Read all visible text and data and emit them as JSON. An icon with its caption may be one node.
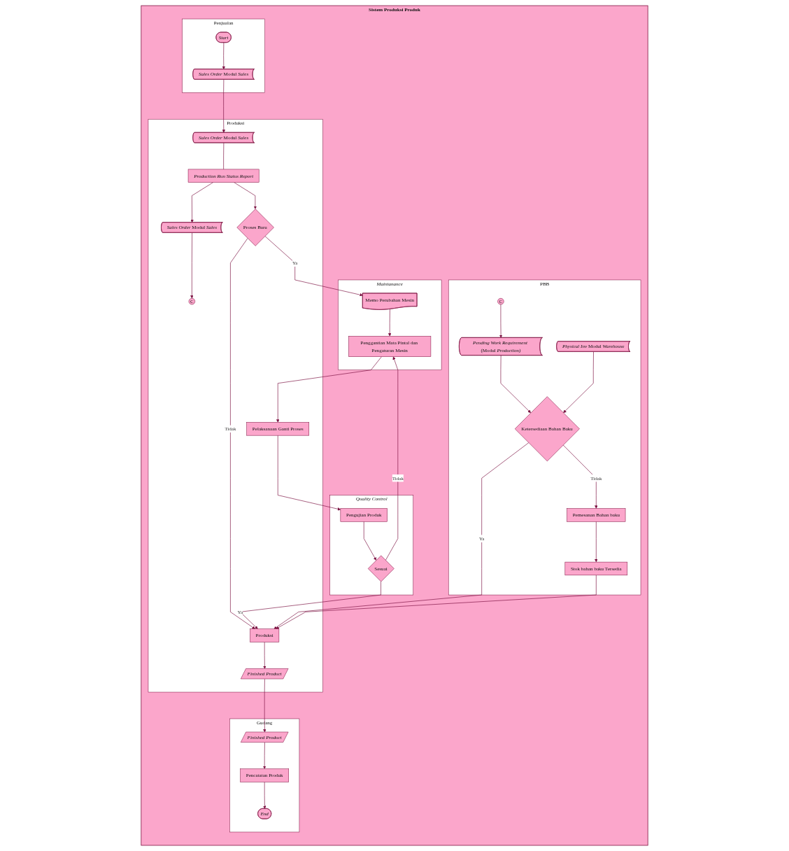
{
  "diagram": {
    "nodes": [
      {
        "text": [
          "Sistem Produksi Produk"
        ]
      },
      {
        "text": [
          "Penjualan"
        ],
        "in": 0
      },
      {
        "text": [
          "Produksi"
        ],
        "in": 0
      },
      {
        "text": [
          "Maintanance"
        ],
        "in": 0
      },
      {
        "text": [
          "Quality Control"
        ],
        "in": 0
      },
      {
        "text": [
          "PBB"
        ],
        "in": 0
      },
      {
        "text": [
          "Gudang"
        ],
        "in": 0
      },
      {
        "text": [
          "Start"
        ],
        "in": 1
      },
      {
        "text": [
          "*Sales Order* Modul *Sales*"
        ],
        "in": 1
      },
      {
        "text": [
          "*Sales Order* Modul *Sales*"
        ],
        "in": 2
      },
      {
        "text": [
          "Production Run Status Report"
        ],
        "in": 2
      },
      {
        "text": [
          "*Sales Order* Modul *Sales*"
        ],
        "in": 2
      },
      {
        "text": [
          "C"
        ],
        "in": 2
      },
      {
        "text": [
          "Proses Baru"
        ],
        "in": 2
      },
      {
        "text": [
          "Pelaksanaan Ganti Proses"
        ],
        "in": 2
      },
      {
        "text": [
          "Produksi"
        ],
        "in": 2
      },
      {
        "text": [
          "Finished Product"
        ],
        "in": 2
      },
      {
        "text": [
          "Memo Perubahan Mesin"
        ],
        "in": 3
      },
      {
        "text": [
          "Penggantian Mata Pintal dan Pengaturan Mesin"
        ],
        "in": 3
      },
      {
        "text": [
          "Pengujian Produk"
        ],
        "in": 4
      },
      {
        "text": [
          "Sesuai"
        ],
        "in": 4
      },
      {
        "text": [
          "C"
        ],
        "in": 5
      },
      {
        "text": [
          "*Pending Work Requirement* (Modul *Production)*"
        ],
        "in": 5
      },
      {
        "text": [
          "*Physical Inv* Modul *Warehouse*"
        ],
        "in": 5
      },
      {
        "text": [
          "Ketersediaan Bahan Baku"
        ],
        "in": 5
      },
      {
        "text": [
          "Pemesanan Bahan baku"
        ],
        "in": 5
      },
      {
        "text": [
          "Stok bahan baku Tersedia"
        ],
        "in": 5
      },
      {
        "text": [
          "Finished Product"
        ],
        "in": 6
      },
      {
        "text": [
          "Pencatatan Produk"
        ],
        "in": 6
      },
      {
        "text": [
          "End"
        ],
        "in": 6
      }
    ],
    "edges": [
      {
        "from": 7,
        "to": 8,
        "arrow": "to"
      },
      {
        "from": 8,
        "to": 9,
        "arrow": "to"
      },
      {
        "from": 9,
        "to": 10,
        "arrow": "none"
      },
      {
        "from": 10,
        "to": 11,
        "arrow": "to"
      },
      {
        "from": 10,
        "to": 13,
        "arrow": "to"
      },
      {
        "from": 11,
        "to": 12,
        "arrow": "to"
      },
      {
        "from": 13,
        "to": 17,
        "label": "Ya",
        "arrow": "to"
      },
      {
        "from": 13,
        "to": 15,
        "label": "Tidak",
        "arrow": "to"
      },
      {
        "from": 17,
        "to": 18,
        "arrow": "to"
      },
      {
        "from": 18,
        "to": 14,
        "arrow": "to"
      },
      {
        "from": 14,
        "to": 19,
        "arrow": "to"
      },
      {
        "from": 19,
        "to": 20,
        "arrow": "to"
      },
      {
        "from": 20,
        "to": 18,
        "label": "Tidak",
        "arrow": "to"
      },
      {
        "from": 20,
        "to": 15,
        "label": "Ya",
        "arrow": "to"
      },
      {
        "from": 21,
        "to": 22,
        "arrow": "to"
      },
      {
        "from": 22,
        "to": 24,
        "arrow": "to"
      },
      {
        "from": 23,
        "to": 24,
        "arrow": "to"
      },
      {
        "from": 24,
        "to": 25,
        "label": "Tidak",
        "arrow": "to"
      },
      {
        "from": 24,
        "to": 15,
        "label": "Ya",
        "arrow": "to"
      },
      {
        "from": 25,
        "to": 26,
        "arrow": "to"
      },
      {
        "from": 26,
        "to": 15,
        "arrow": "to"
      },
      {
        "from": 15,
        "to": 16,
        "arrow": "to"
      },
      {
        "from": 16,
        "to": 27,
        "arrow": "to"
      },
      {
        "from": 27,
        "to": 28,
        "arrow": "to"
      },
      {
        "from": 28,
        "to": 29,
        "arrow": "to"
      }
    ]
  }
}
